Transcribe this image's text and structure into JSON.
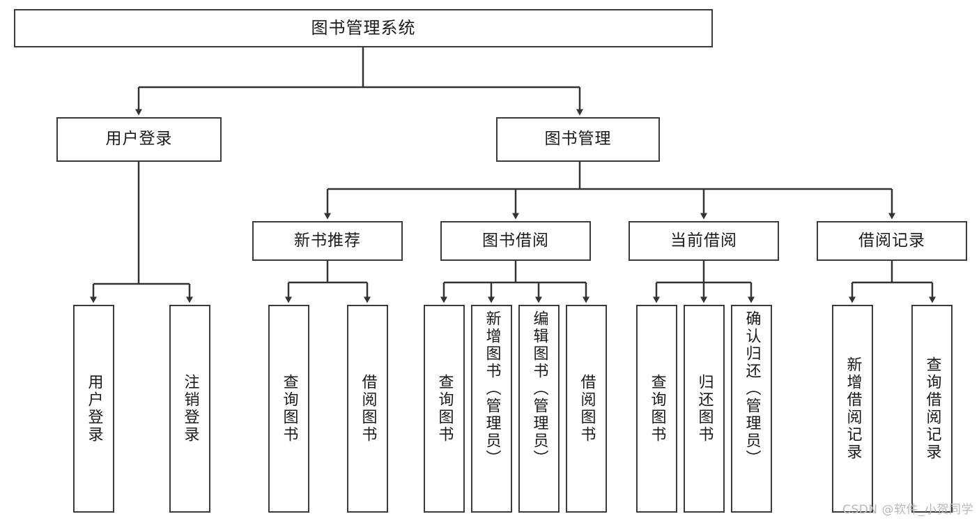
{
  "diagram": {
    "type": "tree",
    "title": "图书管理系统",
    "watermark": "CSDN @软件_小贺同学",
    "colors": {
      "box_border": "#3b3b3b",
      "box_fill": "#ffffff",
      "edge": "#333333",
      "text": "#1a1a1a",
      "watermark": "#b9b9b9"
    },
    "nodes": {
      "root": {
        "label": "图书管理系统"
      },
      "level2": [
        {
          "id": "user-login",
          "label": "用户登录"
        },
        {
          "id": "book-manage",
          "label": "图书管理"
        }
      ],
      "level3": [
        {
          "id": "new-book-recommend",
          "label": "新书推荐"
        },
        {
          "id": "book-borrow",
          "label": "图书借阅"
        },
        {
          "id": "current-borrow",
          "label": "当前借阅"
        },
        {
          "id": "borrow-record",
          "label": "借阅记录"
        }
      ],
      "leaves": {
        "user_login": [
          {
            "id": "leaf-user-login",
            "label": "用户登录"
          },
          {
            "id": "leaf-logout-login",
            "label": "注销登录"
          }
        ],
        "new_book_recommend": [
          {
            "id": "leaf-query-book-1",
            "label": "查询图书"
          },
          {
            "id": "leaf-borrow-book-1",
            "label": "借阅图书"
          }
        ],
        "book_borrow": [
          {
            "id": "leaf-query-book-2",
            "label": "查询图书"
          },
          {
            "id": "leaf-add-book",
            "label": "新增图书（管理员）"
          },
          {
            "id": "leaf-edit-book",
            "label": "编辑图书（管理员）"
          },
          {
            "id": "leaf-borrow-book-2",
            "label": "借阅图书"
          }
        ],
        "current_borrow": [
          {
            "id": "leaf-query-book-3",
            "label": "查询图书"
          },
          {
            "id": "leaf-return-book",
            "label": "归还图书"
          },
          {
            "id": "leaf-confirm-return",
            "label": "确认归还（管理员）"
          }
        ],
        "borrow_record": [
          {
            "id": "leaf-add-record",
            "label": "新增借阅记录"
          },
          {
            "id": "leaf-query-record",
            "label": "查询借阅记录"
          }
        ]
      }
    }
  }
}
